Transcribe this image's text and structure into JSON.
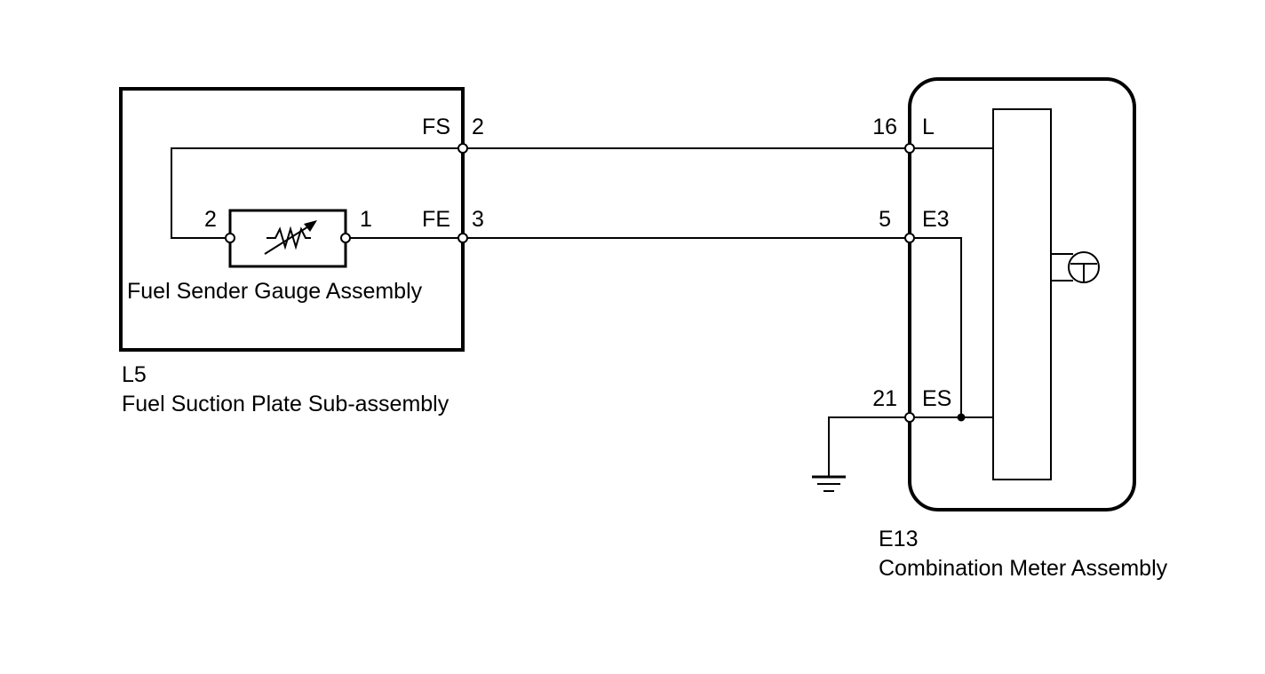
{
  "sender": {
    "terminal_left": "2",
    "terminal_right": "1",
    "name": "Fuel Sender Gauge Assembly"
  },
  "suction_plate": {
    "code": "L5",
    "name": "Fuel Suction Plate Sub-assembly",
    "pins": [
      {
        "label": "FS",
        "number": "2"
      },
      {
        "label": "FE",
        "number": "3"
      }
    ]
  },
  "meter": {
    "code": "E13",
    "name": "Combination Meter Assembly",
    "pins": [
      {
        "number": "16",
        "label": "L"
      },
      {
        "number": "5",
        "label": "E3"
      },
      {
        "number": "21",
        "label": "ES"
      }
    ]
  },
  "icons": [
    "ground-icon",
    "variable-resistor-icon",
    "fuel-gauge-icon"
  ]
}
